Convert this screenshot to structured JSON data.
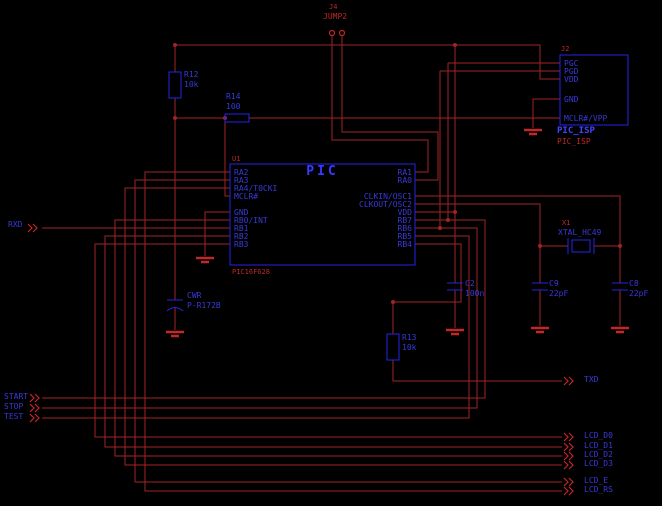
{
  "schematic": {
    "mcu": {
      "designator": "U1",
      "title": "PIC",
      "part": "PIC16F628",
      "left_pins": [
        "RA2",
        "RA3",
        "RA4/T0CKI",
        "MCLR#",
        "GND",
        "RB0/INT",
        "RB1",
        "RB2",
        "RB3"
      ],
      "right_pins": [
        "RA1",
        "RA0",
        "CLKIN/OSC1",
        "CLKOUT/OSC2",
        "VDD",
        "RB7",
        "RB6",
        "RB5",
        "RB4"
      ]
    },
    "isp_header": {
      "designator": "J2",
      "pins": [
        "PGC",
        "PGD",
        "VDD",
        "GND",
        "MCLR#/VPP"
      ],
      "name": "PIC_ISP",
      "value": "PIC_ISP"
    },
    "jumper": {
      "designator": "J4",
      "value": "JUMP2"
    },
    "resistors": [
      {
        "ref": "R12",
        "value": "10k"
      },
      {
        "ref": "R14",
        "value": "100"
      },
      {
        "ref": "R13",
        "value": "10k"
      }
    ],
    "capacitors": [
      {
        "ref": "C2",
        "value": "100n"
      },
      {
        "ref": "C9",
        "value": "22pF"
      },
      {
        "ref": "C8",
        "value": "22pF"
      },
      {
        "ref": "CWR",
        "value": "P-R172B"
      }
    ],
    "crystal": {
      "ref": "X1",
      "value": "XTAL_HC49"
    },
    "nets": {
      "rxd": "RXD",
      "txd": "TXD",
      "start": "START",
      "stop": "STOP",
      "test": "TEST",
      "lcd": [
        "LCD_D0",
        "LCD_D1",
        "LCD_D2",
        "LCD_D3",
        "LCD_E",
        "LCD_RS"
      ]
    },
    "colors": {
      "background": "#000000",
      "wire": "#a02424",
      "component": "#2525e8",
      "label_blue": "#3939d9",
      "label_red": "#bf2626"
    }
  }
}
